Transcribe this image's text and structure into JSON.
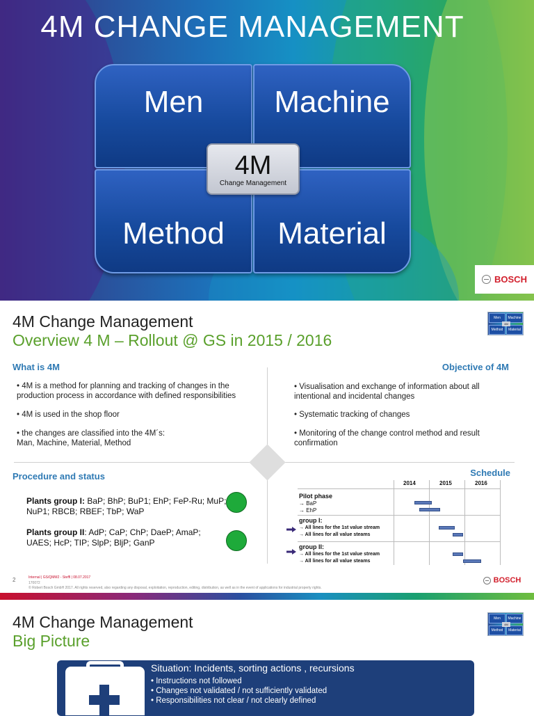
{
  "slide1": {
    "title": "4M CHANGE MANAGEMENT",
    "quadrants": {
      "men": "Men",
      "machine": "Machine",
      "method": "Method",
      "material": "Material"
    },
    "center": {
      "big": "4M",
      "small": "Change Management"
    },
    "logo": "BOSCH"
  },
  "slide2": {
    "title": "4M Change Management",
    "subtitle": "Overview 4 M – Rollout @ GS in 2015 / 2016",
    "thumb": {
      "men": "Men",
      "machine": "Machine",
      "center": "4M",
      "method": "Method",
      "material": "Material"
    },
    "what_heading": "What is 4M",
    "what_items": [
      "• 4M is a method for planning and tracking of changes in the production process in accordance with defined responsibilities",
      "• 4M is used in the shop floor",
      "• the changes are classified  into the 4M´s:\nMan, Machine, Material, Method"
    ],
    "objective_heading": "Objective of 4M",
    "objective_items": [
      "• Visualisation and exchange of information about all intentional and incidental changes",
      "• Systematic tracking of changes",
      "• Monitoring of the change control method and result confirmation"
    ],
    "procedure_heading": "Procedure and status",
    "plants": [
      {
        "label": "Plants group I:",
        "list": " BaP; BhP; BuP1; EhP; FeP-Ru; MuP; NuP1; RBCB; RBEF; TbP; WaP"
      },
      {
        "label": "Plants group II",
        "list": ": AdP; CaP; ChP; DaeP; AmaP; UAES; HcP; TIP; SlpP; BljP; GanP"
      }
    ],
    "status_color": "#1eaa3a",
    "schedule_heading": "Schedule",
    "schedule": {
      "years": [
        "2014",
        "2015",
        "2016"
      ],
      "rows": [
        {
          "label": "Pilot phase",
          "bold": true
        },
        {
          "label": "→   BaP",
          "bold": false
        },
        {
          "label": "→   EhP",
          "bold": false
        },
        {
          "label": "group I:",
          "bold": true
        },
        {
          "label": "→   All lines for the 1st value stream",
          "bold": true
        },
        {
          "label": "→   All lines for all value steams",
          "bold": true
        },
        {
          "label": "group II:",
          "bold": true
        },
        {
          "label": "→   All lines for the 1st value stream",
          "bold": true
        },
        {
          "label": "→   All lines for all value steams",
          "bold": true
        }
      ]
    },
    "page_number": "2",
    "footer_line1": "Internal | GS/QMM2 - Steffl | 08.07.2017",
    "footer_line2": "170072",
    "footer_line3": "© Robert Bosch GmbH 2017. All rights reserved, also regarding any disposal, exploitation, reproduction, editing, distribution, as well as in the event of applications for industrial property rights.",
    "logo": "BOSCH"
  },
  "slide3": {
    "title": "4M Change Management",
    "subtitle": "Big Picture",
    "situation_title": "Situation: Incidents, sorting actions , recursions",
    "situation_items": [
      "• Instructions not followed",
      "• Changes not validated / not sufficiently validated",
      "• Responsibilities not clear / not clearly defined"
    ]
  }
}
